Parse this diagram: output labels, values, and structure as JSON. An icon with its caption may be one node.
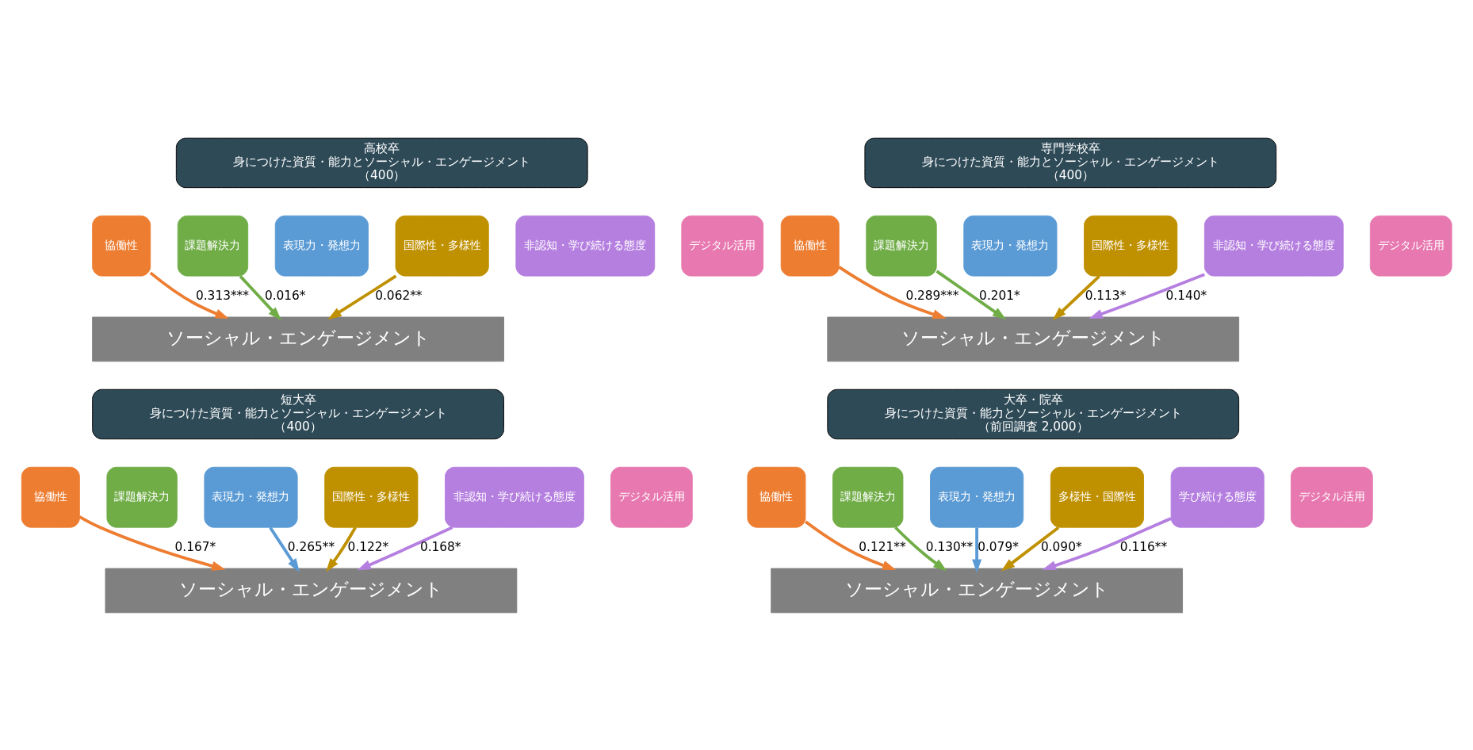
{
  "diagram": {
    "nodes": [
      {
        "text": [
          "高校卒",
          "身につけた資質・能力とソーシャル・エンゲージメント",
          "（400）"
        ]
      },
      {
        "text": [
          "協働性"
        ]
      },
      {
        "text": [
          "課題解決力"
        ]
      },
      {
        "text": [
          "表現力・発想力"
        ]
      },
      {
        "text": [
          "国際性・多様性"
        ]
      },
      {
        "text": [
          "非認知・学び続ける態度"
        ]
      },
      {
        "text": [
          "デジタル活用"
        ]
      },
      {
        "text": [
          "ソーシャル・エンゲージメント"
        ]
      },
      {
        "text": [
          "専門学校卒",
          "身につけた資質・能力とソーシャル・エンゲージメント",
          "（400）"
        ]
      },
      {
        "text": [
          "協働性"
        ]
      },
      {
        "text": [
          "課題解決力"
        ]
      },
      {
        "text": [
          "表現力・発想力"
        ]
      },
      {
        "text": [
          "国際性・多様性"
        ]
      },
      {
        "text": [
          "非認知・学び続ける態度"
        ]
      },
      {
        "text": [
          "デジタル活用"
        ]
      },
      {
        "text": [
          "ソーシャル・エンゲージメント"
        ]
      },
      {
        "text": [
          "短大卒",
          "身につけた資質・能力とソーシャル・エンゲージメント",
          "（400）"
        ]
      },
      {
        "text": [
          "協働性"
        ]
      },
      {
        "text": [
          "課題解決力"
        ]
      },
      {
        "text": [
          "表現力・発想力"
        ]
      },
      {
        "text": [
          "国際性・多様性"
        ]
      },
      {
        "text": [
          "非認知・学び続ける態度"
        ]
      },
      {
        "text": [
          "デジタル活用"
        ]
      },
      {
        "text": [
          "ソーシャル・エンゲージメント"
        ]
      },
      {
        "text": [
          "大卒・院卒",
          "身につけた資質・能力とソーシャル・エンゲージメント",
          "（前回調査 2,000）"
        ]
      },
      {
        "text": [
          "協働性"
        ]
      },
      {
        "text": [
          "課題解決力"
        ]
      },
      {
        "text": [
          "表現力・発想力"
        ]
      },
      {
        "text": [
          "多様性・国際性"
        ]
      },
      {
        "text": [
          "学び続ける態度"
        ]
      },
      {
        "text": [
          "デジタル活用"
        ]
      },
      {
        "text": [
          "ソーシャル・エンゲージメント"
        ]
      }
    ],
    "edges": [
      {
        "from": 1,
        "to": 7,
        "arrow": "to",
        "label": "0.313***",
        "color": "#ed7d31"
      },
      {
        "from": 2,
        "to": 7,
        "arrow": "to",
        "label": "0.016*",
        "color": "#70ad47"
      },
      {
        "from": 4,
        "to": 7,
        "arrow": "to",
        "label": "0.062**",
        "color": "#bf9000"
      },
      {
        "from": 9,
        "to": 15,
        "arrow": "to",
        "label": "0.289***",
        "color": "#ed7d31"
      },
      {
        "from": 10,
        "to": 15,
        "arrow": "to",
        "label": "0.201*",
        "color": "#70ad47"
      },
      {
        "from": 12,
        "to": 15,
        "arrow": "to",
        "label": "0.113*",
        "color": "#bf9000"
      },
      {
        "from": 13,
        "to": 15,
        "arrow": "to",
        "label": "0.140*",
        "color": "#b57fe0"
      },
      {
        "from": 17,
        "to": 23,
        "arrow": "to",
        "label": "0.167*",
        "color": "#ed7d31"
      },
      {
        "from": 19,
        "to": 23,
        "arrow": "to",
        "label": "0.265**",
        "color": "#5b9bd5"
      },
      {
        "from": 20,
        "to": 23,
        "arrow": "to",
        "label": "0.122*",
        "color": "#bf9000"
      },
      {
        "from": 21,
        "to": 23,
        "arrow": "to",
        "label": "0.168*",
        "color": "#b57fe0"
      },
      {
        "from": 25,
        "to": 31,
        "arrow": "to",
        "label": "0.121**",
        "color": "#ed7d31"
      },
      {
        "from": 26,
        "to": 31,
        "arrow": "to",
        "label": "0.130**",
        "color": "#70ad47"
      },
      {
        "from": 27,
        "to": 31,
        "arrow": "to",
        "label": "0.079*",
        "color": "#5b9bd5"
      },
      {
        "from": 28,
        "to": 31,
        "arrow": "to",
        "label": "0.090*",
        "color": "#bf9000"
      },
      {
        "from": 29,
        "to": 31,
        "arrow": "to",
        "label": "0.116**",
        "color": "#b57fe0"
      }
    ]
  }
}
